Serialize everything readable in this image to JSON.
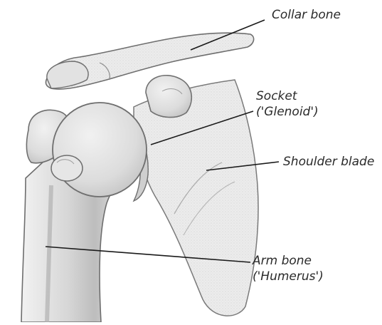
{
  "diagram": {
    "labels": {
      "collar_bone": "Collar bone",
      "socket_line1": "Socket",
      "socket_line2": "('Glenoid')",
      "shoulder_blade": "Shoulder blade",
      "arm_bone_line1": "Arm bone",
      "arm_bone_line2": "('Humerus')"
    },
    "colors": {
      "bone_fill": "#e9e9e9",
      "bone_shade": "#c9c9c9",
      "outline": "#6e6e6e",
      "leader_line": "#1a1a1a",
      "text": "#2a2a2a"
    }
  }
}
